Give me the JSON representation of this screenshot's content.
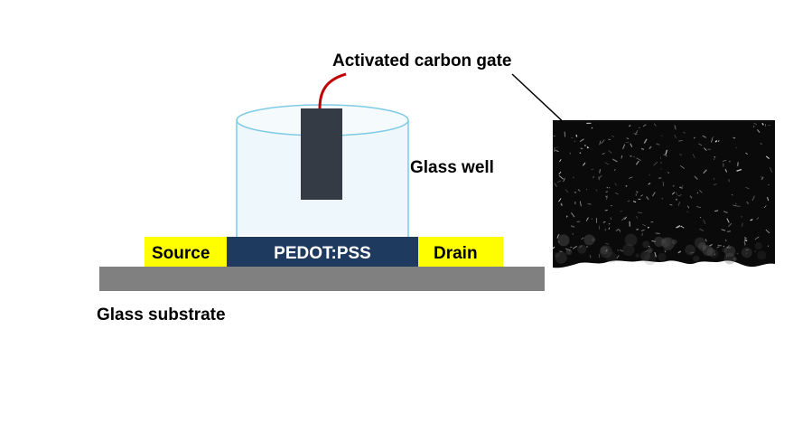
{
  "labels": {
    "gate": "Activated carbon gate",
    "well": "Glass well",
    "source": "Source",
    "channel": "PEDOT:PSS",
    "drain": "Drain",
    "substrate": "Glass substrate"
  },
  "colors": {
    "electrode": "#ffff00",
    "channel": "#1f3a5f",
    "substrate": "#808080",
    "gate": "#353b44",
    "well_fill": "#eef7fb",
    "well_stroke": "#7fcbe6",
    "gate_lead": "#c00000",
    "micrograph_bg": "#0a0a0a"
  }
}
